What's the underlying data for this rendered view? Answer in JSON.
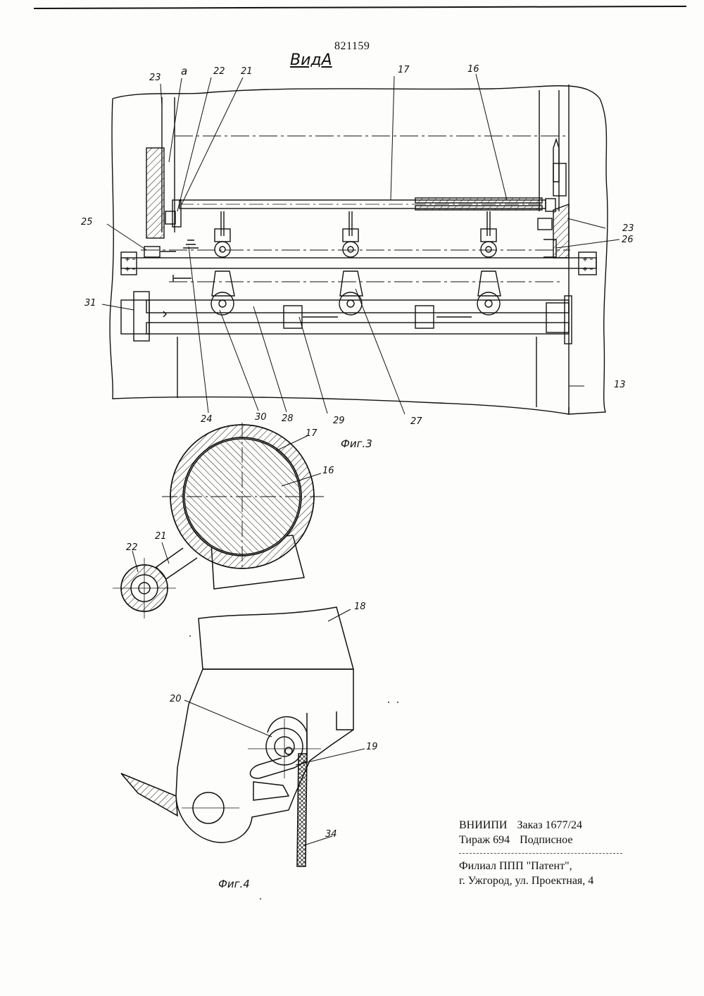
{
  "header": {
    "patent_number": "821159",
    "view_title": "ВидА"
  },
  "figures": {
    "fig3": {
      "caption": "Фиг.3",
      "labels": [
        "23",
        "a",
        "22",
        "21",
        "17",
        "16",
        "25",
        "23",
        "26",
        "31",
        "13",
        "24",
        "30",
        "28",
        "29",
        "27"
      ]
    },
    "fig_cross_section": {
      "labels": [
        "17",
        "16",
        "21",
        "22"
      ]
    },
    "fig4": {
      "caption": "Фиг.4",
      "labels": [
        "18",
        "20",
        "19",
        "34"
      ]
    }
  },
  "imprint": {
    "org": "ВНИИПИ",
    "order": "Заказ 1677/24",
    "run": "Тираж 694",
    "subscription": "Подписное",
    "branch": "Филиал ППП \"Патент\",",
    "address": "г. Ужгород, ул. Проектная, 4"
  }
}
